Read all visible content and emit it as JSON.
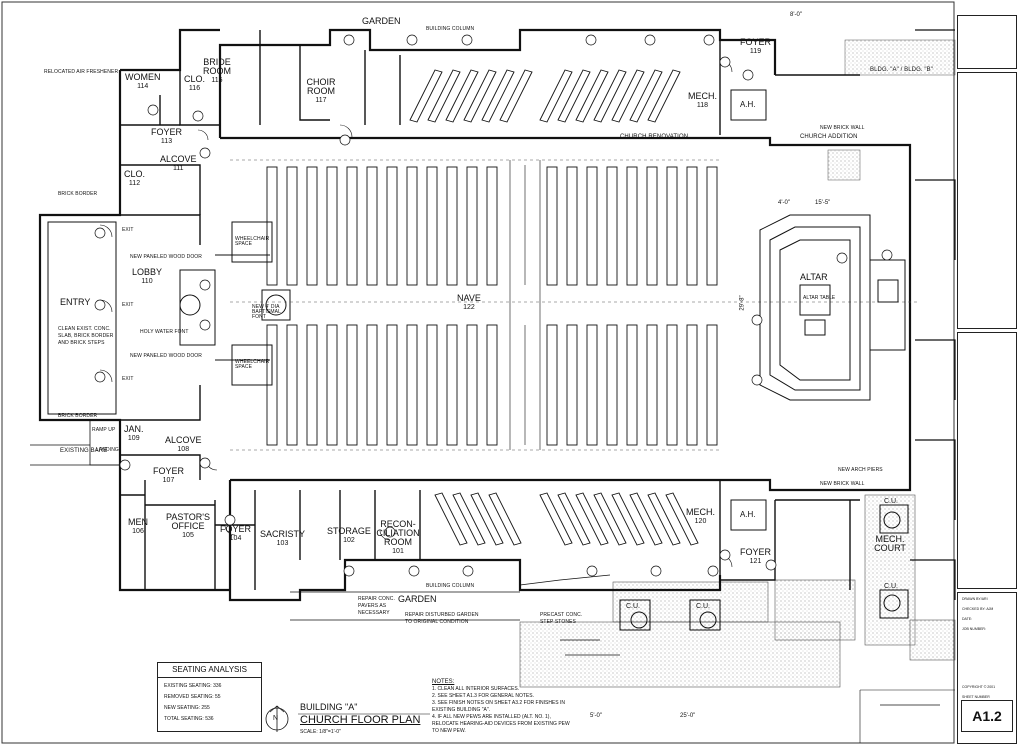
{
  "rooms": {
    "garden_top": {
      "name": "GARDEN"
    },
    "garden_bottom": {
      "name": "GARDEN"
    },
    "bride": {
      "name": "BRIDE ROOM",
      "num": "115"
    },
    "women": {
      "name": "WOMEN",
      "num": "114"
    },
    "clo_top": {
      "name": "CLO.",
      "num": "116"
    },
    "foyer_113": {
      "name": "FOYER",
      "num": "113"
    },
    "alcove_111": {
      "name": "ALCOVE",
      "num": "111"
    },
    "clo_112": {
      "name": "CLO.",
      "num": "112"
    },
    "choir": {
      "name": "CHOIR ROOM",
      "num": "117"
    },
    "lobby": {
      "name": "LOBBY",
      "num": "110"
    },
    "entry": {
      "name": "ENTRY"
    },
    "nave": {
      "name": "NAVE",
      "num": "122"
    },
    "altar": {
      "name": "ALTAR"
    },
    "foyer_119": {
      "name": "FOYER",
      "num": "119"
    },
    "mech_118": {
      "name": "MECH.",
      "num": "118"
    },
    "mech_120": {
      "name": "MECH.",
      "num": "120"
    },
    "foyer_121": {
      "name": "FOYER",
      "num": "121"
    },
    "jan": {
      "name": "JAN.",
      "num": "109"
    },
    "alcove_108": {
      "name": "ALCOVE",
      "num": "108"
    },
    "foyer_107": {
      "name": "FOYER",
      "num": "107"
    },
    "men": {
      "name": "MEN",
      "num": "106"
    },
    "pastor": {
      "name": "PASTOR'S OFFICE",
      "num": "105"
    },
    "foyer_104": {
      "name": "FOYER",
      "num": "104"
    },
    "sacristy": {
      "name": "SACRISTY",
      "num": "103"
    },
    "storage": {
      "name": "STORAGE",
      "num": "102"
    },
    "reconciliation": {
      "name": "RECON- CILIATION ROOM",
      "num": "101"
    },
    "mech_court": {
      "name": "MECH. COURT"
    }
  },
  "notes_on_plan": {
    "church_renovation": "CHURCH RENOVATION",
    "church_addition": "CHURCH ADDITION",
    "bldg_a": "BLDG. \"A\" / BLDG. \"B\"",
    "exit": "EXIT",
    "ramp_up": "RAMP UP",
    "landing": "LANDING",
    "existing_bare": "EXISTING BARE",
    "holy_water": "HOLY WATER FONT",
    "relocated_air": "RELOCATED AIR FRESHENER",
    "new_paneled_door": "NEW PANELED WOOD DOOR",
    "clean_existing": "CLEAN EXIST. CONC. SLAB, BRICK BORDER AND BRICK STEPS",
    "brick_border": "BRICK BORDER",
    "wheelchair_space": "WHEELCHAIR SPACE",
    "building_colum": "BUILDING COLUMN",
    "repair_garden": "REPAIR DISTURBED GARDEN TO ORIGINAL CONDITION",
    "repair_pavers": "REPAIR CONC. PAVERS AS NECESSARY",
    "precast_steps": "PRECAST CONC. STEP STONES",
    "new_brick_wall": "NEW BRICK WALL",
    "new_arch_piers": "NEW ARCH PIERS",
    "cu": "C.U.",
    "ah": "A.H.",
    "altar_table": "ALTAR TABLE",
    "font": "NEW 4' DIA BAPTISMAL FONT",
    "dims": {
      "d1": "8'-0\"",
      "d2": "25'-0\"",
      "d3": "29'-8\"",
      "d4": "15'-5\"",
      "d5": "4'-0\"",
      "d6": "5'-0\""
    }
  },
  "seating": {
    "title": "SEATING ANALYSIS",
    "rows": [
      {
        "label": "EXISTING SEATING:",
        "value": "336"
      },
      {
        "label": "REMOVED SEATING:",
        "value": "55"
      },
      {
        "label": "NEW SEATING:",
        "value": "255"
      },
      {
        "label": "TOTAL SEATING:",
        "value": "536"
      }
    ]
  },
  "notes": {
    "header": "NOTES:",
    "items": [
      "1. CLEAN ALL INTERIOR SURFACES.",
      "2. SEE SHEET A1.3 FOR GENERAL NOTES.",
      "3. SEE FINISH NOTES ON SHEET A3.2 FOR FINISHES IN EXISTING BUILDING \"A\".",
      "4. IF ALL NEW PEWS ARE INSTALLED (ALT. NO. 1), RELOCATE HEARING-AID DEVICES FROM EXISTING PEW TO NEW PEW."
    ]
  },
  "title_block": {
    "line1": "BUILDING \"A\"",
    "line2": "CHURCH FLOOR PLAN",
    "scale": "SCALE: 1/8\"=1'-0\"",
    "north": "N"
  },
  "strip": {
    "lines": [
      "DRAWN BY/ARI",
      "CHECKED BY: AJM",
      "DATE:",
      "JOB NUMBER:"
    ],
    "copyright": "COPYRIGHT © 2001",
    "sheet_label": "SHEET NUMBER",
    "sheet_number": "A1.2"
  }
}
